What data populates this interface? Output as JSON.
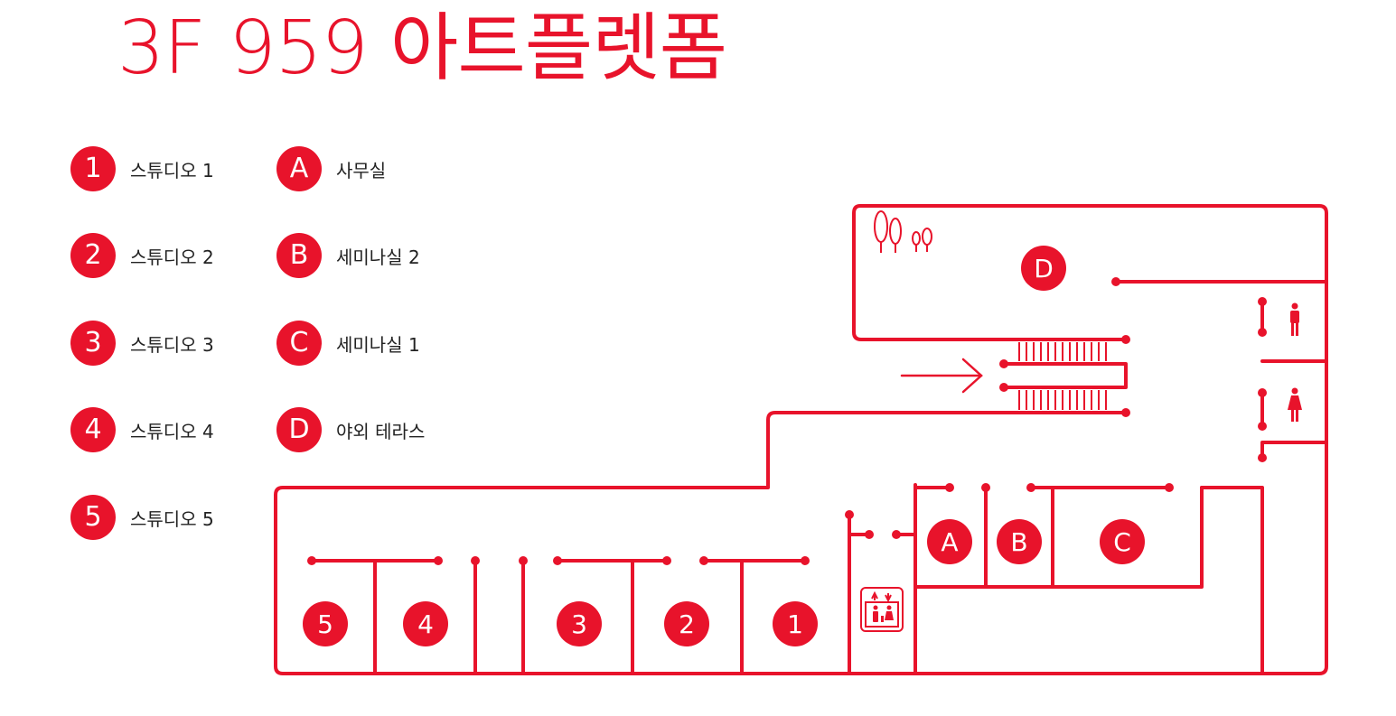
{
  "title": {
    "floor": "3F",
    "name": "959 아트플렛폼"
  },
  "legend": [
    {
      "key": "1",
      "label": "스튜디오 1"
    },
    {
      "key": "2",
      "label": "스튜디오 2"
    },
    {
      "key": "3",
      "label": "스튜디오 3"
    },
    {
      "key": "4",
      "label": "스튜디오 4"
    },
    {
      "key": "5",
      "label": "스튜디오 5"
    },
    {
      "key": "A",
      "label": "사무실"
    },
    {
      "key": "B",
      "label": "세미나실 2"
    },
    {
      "key": "C",
      "label": "세미나실 1"
    },
    {
      "key": "D",
      "label": "야외 테라스"
    }
  ],
  "map": {
    "rooms": [
      "5",
      "4",
      "3",
      "2",
      "1",
      "A",
      "B",
      "C",
      "D"
    ],
    "icons": [
      "tree-icon",
      "escalator-icon",
      "arrow-right-icon",
      "male-restroom-icon",
      "female-restroom-icon",
      "elevator-icon"
    ]
  },
  "colors": {
    "accent": "#e8132b",
    "text": "#222222",
    "background": "#ffffff"
  }
}
